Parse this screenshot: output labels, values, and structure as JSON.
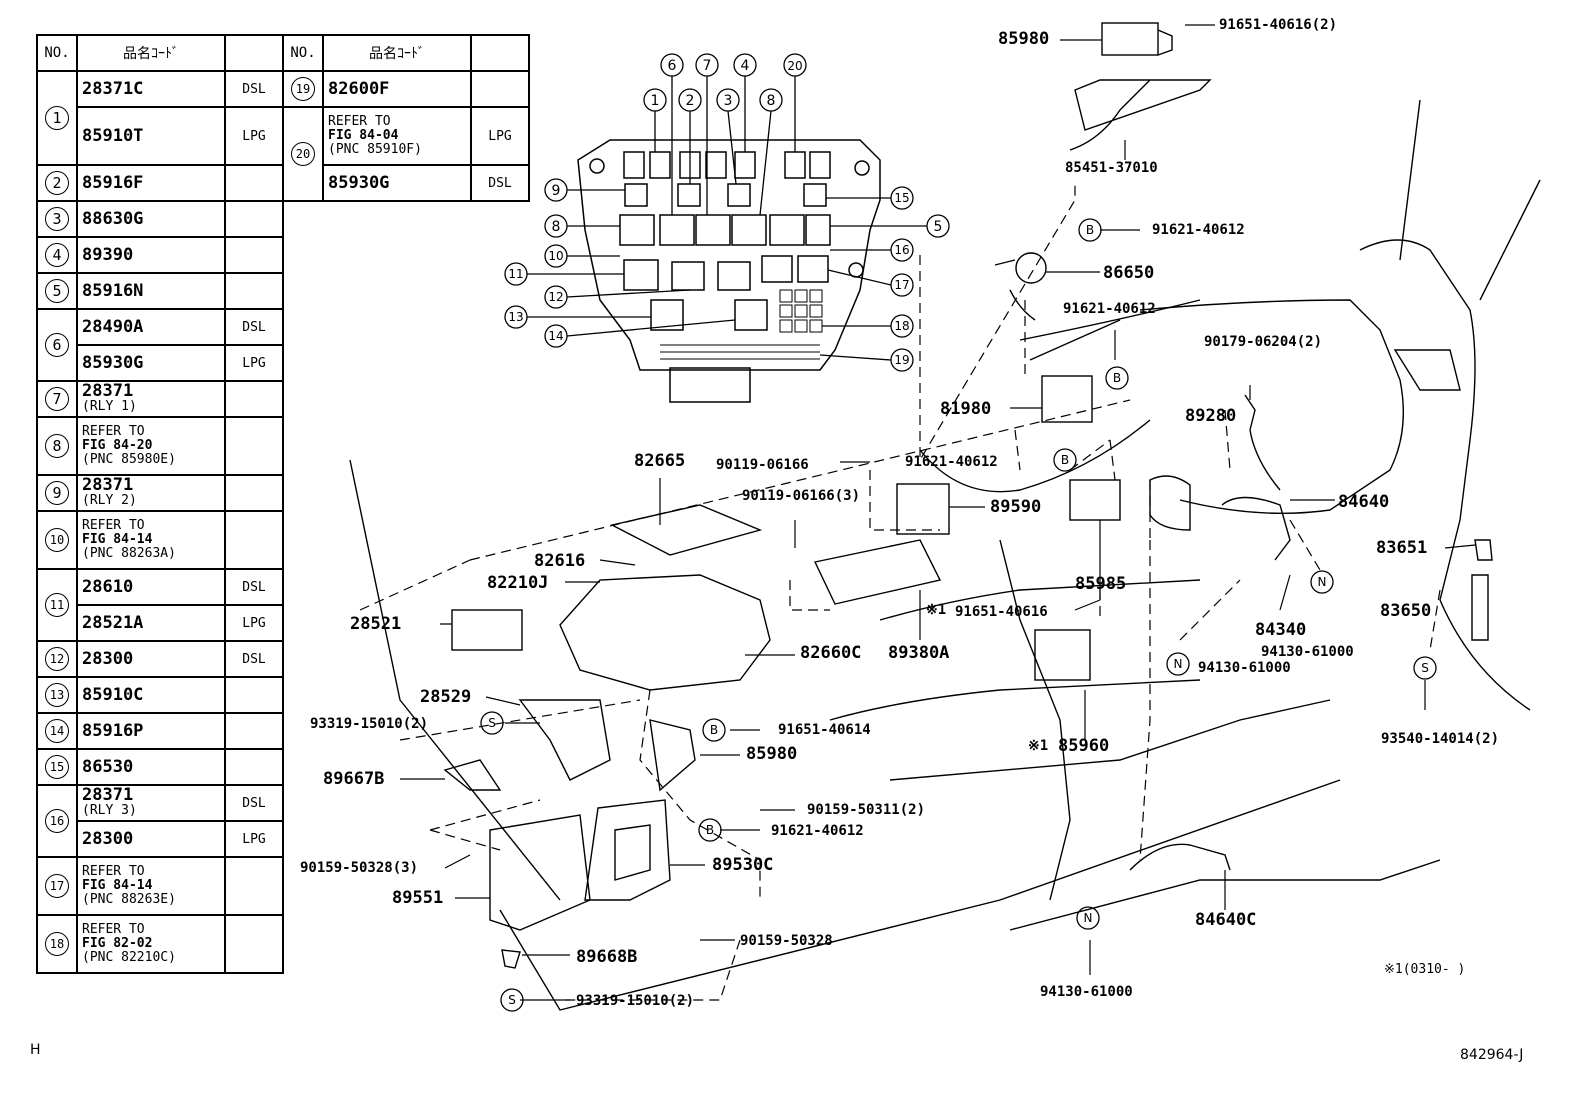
{
  "table": {
    "left_headers": {
      "no": "NO.",
      "code": "品名ｺｰﾄﾞ",
      "note": ""
    },
    "right_headers": {
      "no": "NO.",
      "code": "品名ｺｰﾄﾞ",
      "note": ""
    },
    "left_rows": [
      {
        "no": "1",
        "entries": [
          {
            "code": "28371C",
            "note": "DSL"
          },
          {
            "code": "85910T",
            "note": "LPG"
          }
        ]
      },
      {
        "no": "2",
        "entries": [
          {
            "code": "85916F",
            "note": ""
          }
        ]
      },
      {
        "no": "3",
        "entries": [
          {
            "code": "88630G",
            "note": ""
          }
        ]
      },
      {
        "no": "4",
        "entries": [
          {
            "code": "89390",
            "note": ""
          }
        ]
      },
      {
        "no": "5",
        "entries": [
          {
            "code": "85916N",
            "note": ""
          }
        ]
      },
      {
        "no": "6",
        "entries": [
          {
            "code": "28490A",
            "note": "DSL"
          },
          {
            "code": "85930G",
            "note": "LPG"
          }
        ]
      },
      {
        "no": "7",
        "entries": [
          {
            "code": "28371",
            "sub": "(RLY 1)",
            "note": ""
          }
        ]
      },
      {
        "no": "8",
        "entries": [
          {
            "ref1": "REFER TO",
            "ref2": "FIG 84-20",
            "ref3": "(PNC 85980E)",
            "note": ""
          }
        ]
      },
      {
        "no": "9",
        "entries": [
          {
            "code": "28371",
            "sub": "(RLY 2)",
            "note": ""
          }
        ]
      },
      {
        "no": "10",
        "entries": [
          {
            "ref1": "REFER TO",
            "ref2": "FIG 84-14",
            "ref3": "(PNC 88263A)",
            "note": ""
          }
        ]
      },
      {
        "no": "11",
        "entries": [
          {
            "code": "28610",
            "note": "DSL"
          },
          {
            "code": "28521A",
            "note": "LPG"
          }
        ]
      },
      {
        "no": "12",
        "entries": [
          {
            "code": "28300",
            "note": "DSL"
          }
        ]
      },
      {
        "no": "13",
        "entries": [
          {
            "code": "85910C",
            "note": ""
          }
        ]
      },
      {
        "no": "14",
        "entries": [
          {
            "code": "85916P",
            "note": ""
          }
        ]
      },
      {
        "no": "15",
        "entries": [
          {
            "code": "86530",
            "note": ""
          }
        ]
      },
      {
        "no": "16",
        "entries": [
          {
            "code": "28371",
            "sub": "(RLY 3)",
            "note": "DSL"
          },
          {
            "code": "28300",
            "note": "LPG"
          }
        ]
      },
      {
        "no": "17",
        "entries": [
          {
            "ref1": "REFER TO",
            "ref2": "FIG 84-14",
            "ref3": "(PNC 88263E)",
            "note": ""
          }
        ]
      },
      {
        "no": "18",
        "entries": [
          {
            "ref1": "REFER TO",
            "ref2": "FIG 82-02",
            "ref3": "(PNC 82210C)",
            "note": ""
          }
        ]
      }
    ],
    "right_rows": [
      {
        "no": "19",
        "code": "82600F",
        "note": ""
      },
      {
        "no": "20",
        "ref1": "REFER TO",
        "ref2": "FIG 84-04",
        "ref3": "(PNC 85910F)",
        "note": "LPG"
      },
      {
        "no": "",
        "code": "85930G",
        "note": "DSL"
      }
    ]
  },
  "diagram": {
    "part_labels": {
      "p85980_top": "85980",
      "p91651_40616_top": "91651-40616(2)",
      "p85451": "85451-37010",
      "p91621_a": "91621-40612",
      "p86650": "86650",
      "p91621_b": "91621-40612",
      "p90179": "90179-06204(2)",
      "p81980": "81980",
      "p89280": "89280",
      "p82665": "82665",
      "p90119_a": "90119-06166",
      "p91621_c": "91621-40612",
      "p90119_b": "90119-06166(3)",
      "p89590": "89590",
      "p84640": "84640",
      "p83651": "83651",
      "p82616": "82616",
      "p82210J": "82210J",
      "p85985": "85985",
      "p28521": "28521",
      "p91651_40616_mid": "91651-40616",
      "p83650": "83650",
      "p82660C": "82660C",
      "p89380A": "89380A",
      "p84340": "84340",
      "p94130_a": "94130-61000",
      "p94130_b": "94130-61000",
      "p28529": "28529",
      "p93319_a": "93319-15010(2)",
      "p91651_40614": "91651-40614",
      "p85960": "85960",
      "p93540": "93540-14014(2)",
      "p85980_mid": "85980",
      "p89667B": "89667B",
      "p90159_50311": "90159-50311(2)",
      "p91621_d": "91621-40612",
      "p89530C": "89530C",
      "p90159_50328_3": "90159-50328(3)",
      "p89551": "89551",
      "p84640C": "84640C",
      "p90159_50328": "90159-50328",
      "p89668B": "89668B",
      "p93319_b": "93319-15010(2)",
      "p94130_c": "94130-61000"
    },
    "markers": {
      "b": "B",
      "s": "S",
      "n": "N"
    },
    "note_mark1": "※1",
    "note_mark2": "※1",
    "note_mark3": "※1",
    "note_footnote": "※1(0310-      )"
  },
  "footer": {
    "left_mark": "H",
    "figure_id": "842964-J"
  }
}
